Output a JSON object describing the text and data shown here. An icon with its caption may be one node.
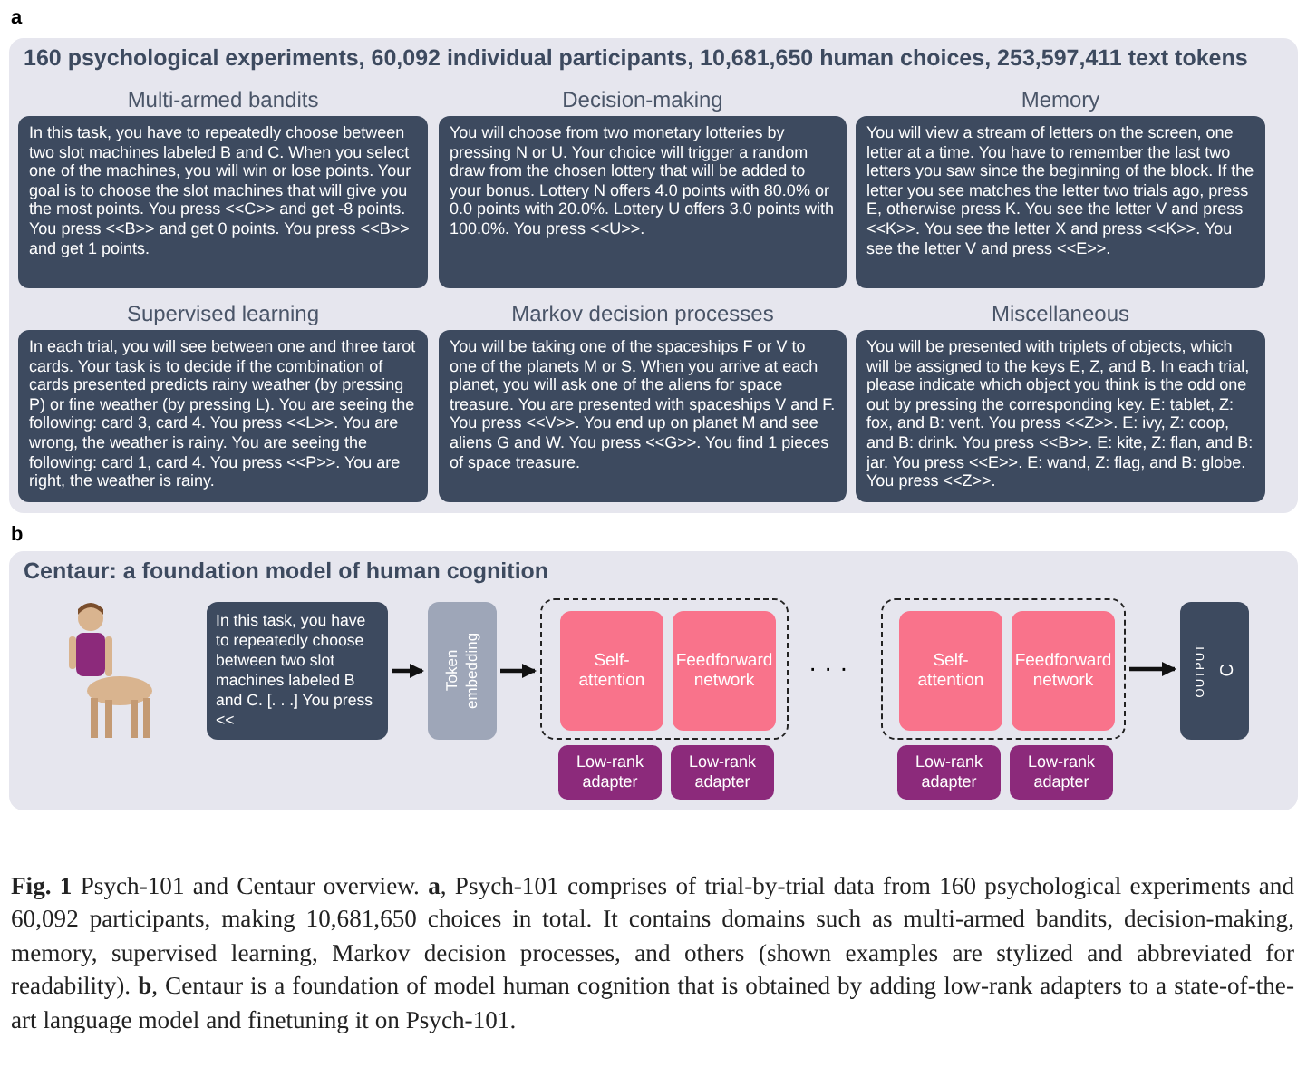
{
  "diagram": {
    "caption": "**Fig. 1** Psych-101 and Centaur overview. **a**, Psych-101 comprises of trial-by-trial data from 160 psychological experiments and 60,092 participants, making 10,681,650 choices in total. It contains domains such as multi-armed bandits, decision-making, memory, supervised learning, Markov decision processes, and others (shown examples are stylized and abbreviated for readability). **b**, Centaur is a foundation of model human cognition that is obtained by adding low-rank adapters to a state-of-the-art language model and finetuning it on Psych-101.",
    "nodes": [
      {
        "text": [
          "160 psychological experiments, 60,092 individual participants, 10,681,650 human choices, 253,597,411 text tokens"
        ]
      },
      {
        "text": [
          "Multi-armed bandits",
          "In this task, you have to repeatedly choose between two slot machines labeled B and C. When you select one of the machines, you will win or lose points. Your goal is to choose the slot machines that will give you the most points. You press <<C>> and get -8 points. You press <<B>> and get 0 points. You press <<B>> and get 1 points."
        ],
        "in": 0
      },
      {
        "text": [
          "Decision-making",
          "You will choose from two monetary lotteries by pressing N or U. Your choice will trigger a random draw from the chosen lottery that will be added to your bonus. Lottery N offers 4.0 points with 80.0% or 0.0 points with 20.0%. Lottery U offers 3.0 points with 100.0%. You press <<U>>."
        ],
        "in": 0
      },
      {
        "text": [
          "Memory",
          "You will view a stream of letters on the screen, one letter at a time. You have to remember the last two letters you saw since the beginning of the block. If the letter you see matches the letter two trials ago, press E, otherwise press K. You see the letter V and press <<K>>. You see the letter X and press <<K>>. You see the letter V and press <<E>>."
        ],
        "in": 0
      },
      {
        "text": [
          "Supervised learning",
          "In each trial, you will see between one and three tarot cards. Your task is to decide if the combination of cards presented predicts rainy weather (by pressing P) or fine weather (by pressing L). You are seeing the following: card 3, card 4. You press <<L>>. You are wrong, the weather is rainy. You are seeing the following: card 1, card 4. You press <<P>>. You are right, the weather is rainy."
        ],
        "in": 0
      },
      {
        "text": [
          "Markov decision processes",
          "You will be taking one of the spaceships F or V to one of the planets M or S. When you arrive at each planet, you will ask one of the aliens for space treasure. You are presented with spaceships V and F. You press <<V>>. You end up on planet M and see aliens G and W. You press <<G>>. You find 1 pieces of space treasure."
        ],
        "in": 0
      },
      {
        "text": [
          "Miscellaneous",
          "You will be presented with triplets of objects, which will be assigned to the keys E, Z, and B. In each trial, please indicate which object you think is the odd one out by pressing the corresponding key. E: tablet, Z: fox, and B: vent. You press <<Z>>. E: ivy, Z: coop, and B: drink. You press <<B>>. E: kite, Z: flan, and B: jar. You press <<E>>. E: wand, Z: flag, and B: globe. You press <<Z>>."
        ],
        "in": 0
      },
      {
        "text": [
          "Centaur: a foundation model of human cognition"
        ]
      },
      {
        "text": [
          "In this task, you have to repeatedly choose between two slot machines labeled B and C. [. . .] You press <<"
        ],
        "in": 7
      },
      {
        "text": [
          "Token embedding"
        ],
        "in": 7
      },
      {
        "text": [],
        "shape": "box",
        "in": 7
      },
      {
        "text": [
          "Self-attention"
        ],
        "in": 10
      },
      {
        "text": [
          "Feedforward network"
        ],
        "in": 10
      },
      {
        "text": [
          "Low-rank adapter"
        ],
        "in": 7
      },
      {
        "text": [
          "Low-rank adapter"
        ],
        "in": 7
      },
      {
        "text": [],
        "shape": "box",
        "in": 7
      },
      {
        "text": [
          "Self-attention"
        ],
        "in": 15
      },
      {
        "text": [
          "Feedforward network"
        ],
        "in": 15
      },
      {
        "text": [
          "Low-rank adapter"
        ],
        "in": 7
      },
      {
        "text": [
          "Low-rank adapter"
        ],
        "in": 7
      },
      {
        "text": [
          "OUTPUT",
          "C"
        ],
        "in": 7
      }
    ],
    "edges": [
      {
        "from": 8,
        "to": 9,
        "arrow": "to"
      },
      {
        "from": 9,
        "to": 10,
        "arrow": "to"
      },
      {
        "from": 15,
        "to": 20,
        "arrow": "to"
      }
    ],
    "labels": [
      "a",
      "b",
      "· · ·"
    ]
  }
}
